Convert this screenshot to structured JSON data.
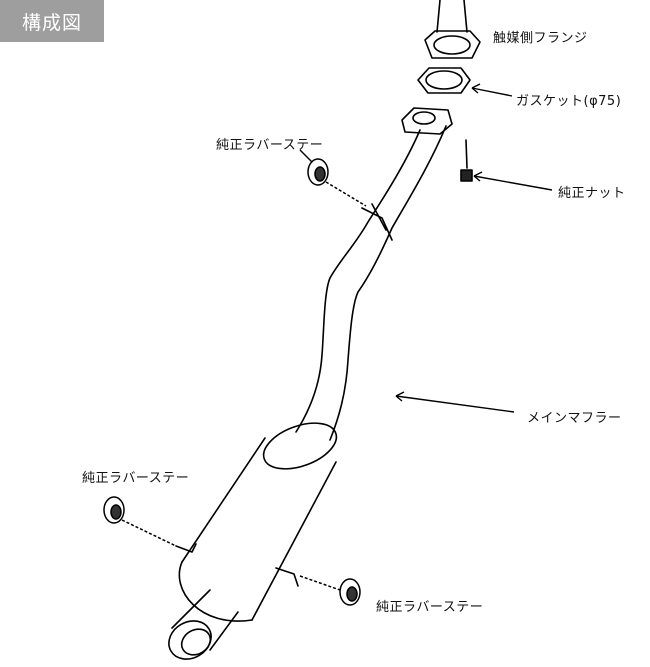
{
  "header": {
    "badge": "構成図"
  },
  "labels": {
    "flange": "触媒側フランジ",
    "gasket": "ガスケット(φ75)",
    "nut": "純正ナット",
    "stay_top": "純正ラバーステー",
    "main_muffler": "メインマフラー",
    "stay_left": "純正ラバーステー",
    "stay_bottom": "純正ラバーステー"
  },
  "colors": {
    "badge_bg": "#9e9e9e",
    "line": "#000000"
  }
}
